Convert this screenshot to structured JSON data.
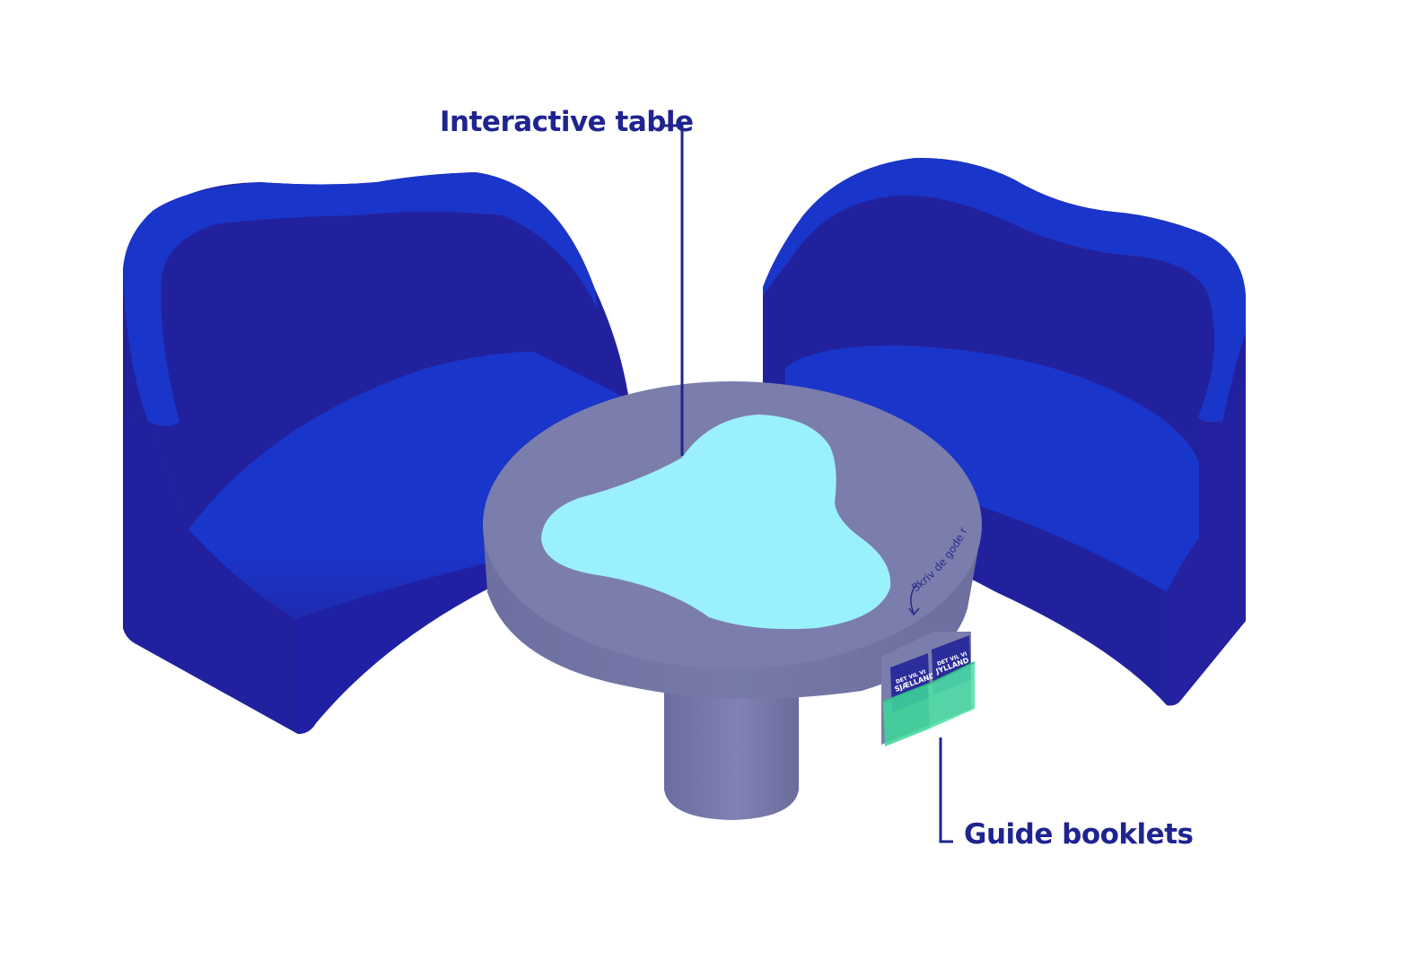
{
  "callouts": {
    "interactive_table": "Interactive table",
    "guide_booklets": "Guide booklets"
  },
  "table_inscription": "Skriv de gode råd ned",
  "booklets": [
    {
      "title": "JYLLAND",
      "subtitle": "DET VIL VI"
    },
    {
      "title": "SJÆLLAND",
      "subtitle": "DET VIL VI"
    }
  ],
  "colors": {
    "label": "#1f2490",
    "sofa_main": "#22219d",
    "sofa_light": "#1a35c9",
    "table_top": "#7b7eac",
    "table_side": "#7072a2",
    "screen": "#9bf0fd",
    "booklet_holder": "#3fd79a"
  }
}
